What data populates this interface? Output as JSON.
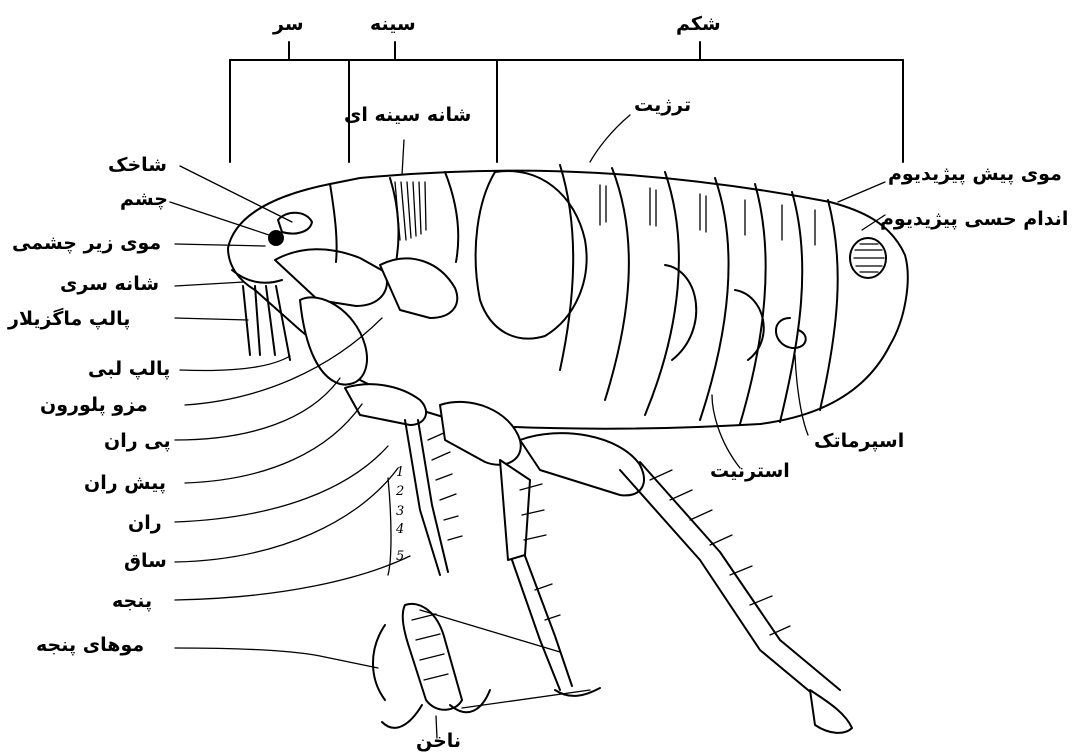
{
  "region_labels": {
    "head": "سر",
    "thorax": "سینه",
    "abdomen": "شکم"
  },
  "part_labels": {
    "antenna": "شاخک",
    "eye": "چشم",
    "ocular_bristle": "موی زیر چشمی",
    "genal_comb": "شانه سری",
    "maxillary_palp": "پالپ ماگزیلار",
    "labial_palp": "پالپ لبی",
    "mesopleuron": "مزو پلورون",
    "trochanter": "پی ران",
    "coxa": "پیش ران",
    "femur": "ران",
    "tibia": "ساق",
    "tarsus": "پنجه",
    "tarsal_bristles": "موهای پنجه",
    "claw": "ناخن",
    "pronotal_comb": "شانه سینه ای",
    "tergite": "ترژیت",
    "antepygidial_bristle": "موی پیش پیژیدیوم",
    "pygidium": "اندام حسی پیژیدیوم",
    "spermatheca": "اسپرماتک",
    "sternite": "استرنیت"
  },
  "tarsal_segments": [
    "1",
    "2",
    "3",
    "4",
    "5"
  ]
}
